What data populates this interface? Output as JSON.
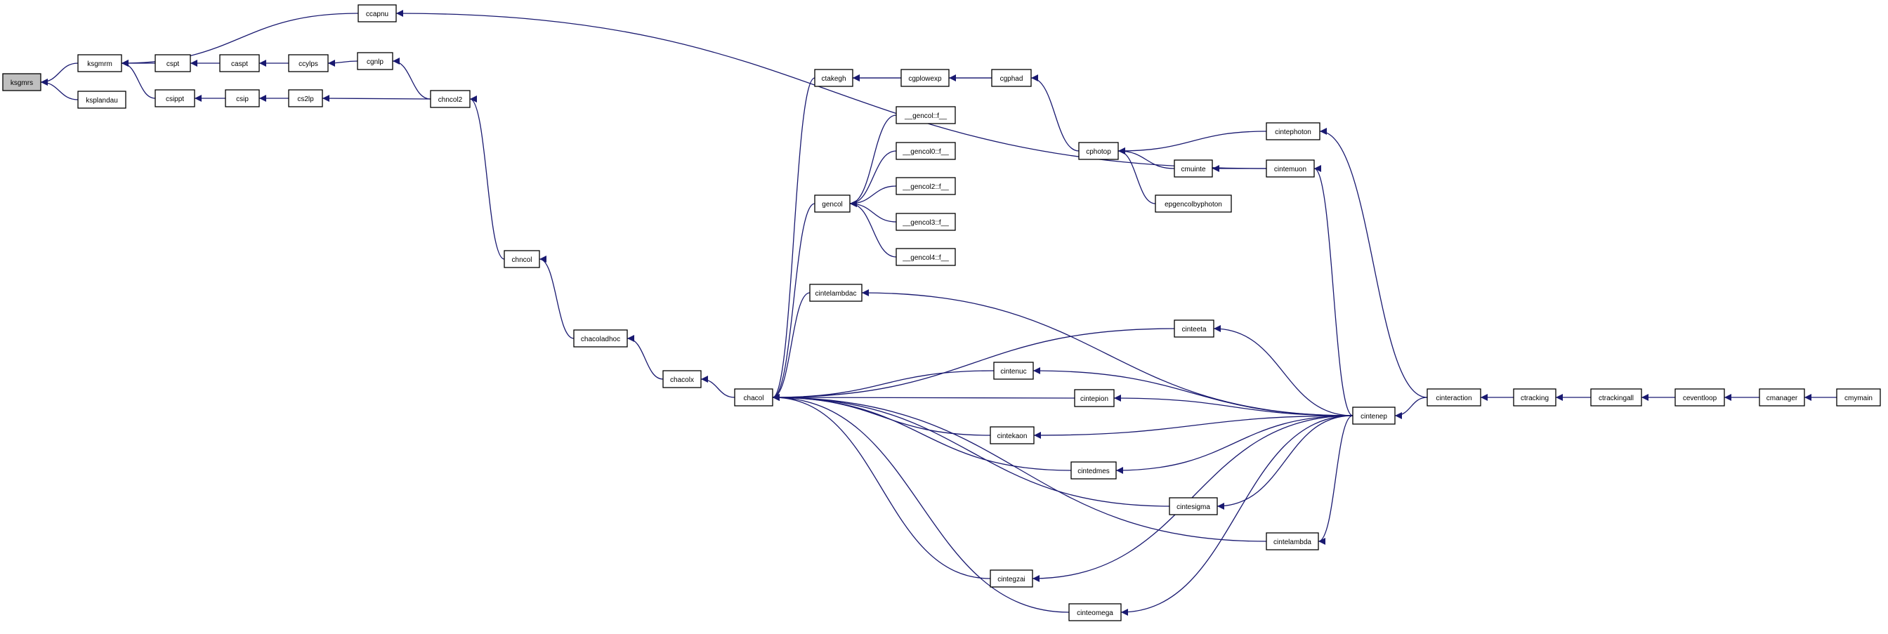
{
  "diagram": {
    "nodes": [
      {
        "id": "ksgmrs",
        "label": "ksgmrs",
        "root": true
      },
      {
        "id": "ksgmrm",
        "label": "ksgmrm"
      },
      {
        "id": "ksplandau",
        "label": "ksplandau"
      },
      {
        "id": "ccapnu",
        "label": "ccapnu"
      },
      {
        "id": "cspt",
        "label": "cspt"
      },
      {
        "id": "caspt",
        "label": "caspt"
      },
      {
        "id": "ccylps",
        "label": "ccylps"
      },
      {
        "id": "cgnlp",
        "label": "cgnlp"
      },
      {
        "id": "csippt",
        "label": "csippt"
      },
      {
        "id": "csip",
        "label": "csip"
      },
      {
        "id": "cs2lp",
        "label": "cs2lp"
      },
      {
        "id": "chncol2",
        "label": "chncol2"
      },
      {
        "id": "chncol",
        "label": "chncol"
      },
      {
        "id": "chacoladhoc",
        "label": "chacoladhoc"
      },
      {
        "id": "chacolx",
        "label": "chacolx"
      },
      {
        "id": "chacol",
        "label": "chacol"
      },
      {
        "id": "ctakegh",
        "label": "ctakegh"
      },
      {
        "id": "cgplowexp",
        "label": "cgplowexp"
      },
      {
        "id": "cgphad",
        "label": "cgphad"
      },
      {
        "id": "gencol",
        "label": "gencol"
      },
      {
        "id": "gencol_f",
        "label": "__gencol::f__"
      },
      {
        "id": "gencol0_f",
        "label": "__gencol0::f__"
      },
      {
        "id": "gencol2_f",
        "label": "__gencol2::f__"
      },
      {
        "id": "gencol3_f",
        "label": "__gencol3::f__"
      },
      {
        "id": "gencol4_f",
        "label": "__gencol4::f__"
      },
      {
        "id": "cphotop",
        "label": "cphotop"
      },
      {
        "id": "cmuinte",
        "label": "cmuinte"
      },
      {
        "id": "epgencolbyphoton",
        "label": "epgencolbyphoton"
      },
      {
        "id": "cintephoton",
        "label": "cintephoton"
      },
      {
        "id": "cintemuon",
        "label": "cintemuon"
      },
      {
        "id": "cintelambdac",
        "label": "cintelambdac"
      },
      {
        "id": "cinteeta",
        "label": "cinteeta"
      },
      {
        "id": "cintenuc",
        "label": "cintenuc"
      },
      {
        "id": "cintepion",
        "label": "cintepion"
      },
      {
        "id": "cintekaon",
        "label": "cintekaon"
      },
      {
        "id": "cintedmes",
        "label": "cintedmes"
      },
      {
        "id": "cintesigma",
        "label": "cintesigma"
      },
      {
        "id": "cintelambda",
        "label": "cintelambda"
      },
      {
        "id": "cintegzai",
        "label": "cintegzai"
      },
      {
        "id": "cinteomega",
        "label": "cinteomega"
      },
      {
        "id": "cintenep",
        "label": "cintenep"
      },
      {
        "id": "cinteraction",
        "label": "cinteraction"
      },
      {
        "id": "ctracking",
        "label": "ctracking"
      },
      {
        "id": "ctrackingall",
        "label": "ctrackingall"
      },
      {
        "id": "ceventloop",
        "label": "ceventloop"
      },
      {
        "id": "cmanager",
        "label": "cmanager"
      },
      {
        "id": "cmymain",
        "label": "cmymain"
      }
    ],
    "edges": [
      {
        "from": "ksgmrm",
        "to": "ksgmrs"
      },
      {
        "from": "ksplandau",
        "to": "ksgmrs"
      },
      {
        "from": "ccapnu",
        "to": "ksgmrm"
      },
      {
        "from": "cspt",
        "to": "ksgmrm"
      },
      {
        "from": "csippt",
        "to": "ksgmrm"
      },
      {
        "from": "caspt",
        "to": "cspt"
      },
      {
        "from": "ccylps",
        "to": "caspt"
      },
      {
        "from": "cgnlp",
        "to": "ccylps"
      },
      {
        "from": "chncol2",
        "to": "cgnlp"
      },
      {
        "from": "csip",
        "to": "csippt"
      },
      {
        "from": "cs2lp",
        "to": "csip"
      },
      {
        "from": "chncol2",
        "to": "cs2lp"
      },
      {
        "from": "cintemuon",
        "to": "ccapnu"
      },
      {
        "from": "chncol",
        "to": "chncol2"
      },
      {
        "from": "chacoladhoc",
        "to": "chncol"
      },
      {
        "from": "chacolx",
        "to": "chacoladhoc"
      },
      {
        "from": "chacol",
        "to": "chacolx"
      },
      {
        "from": "ctakegh",
        "to": "chacol"
      },
      {
        "from": "gencol",
        "to": "chacol"
      },
      {
        "from": "cintelambdac",
        "to": "chacol"
      },
      {
        "from": "cinteeta",
        "to": "chacol"
      },
      {
        "from": "cintenuc",
        "to": "chacol"
      },
      {
        "from": "cintepion",
        "to": "chacol"
      },
      {
        "from": "cintekaon",
        "to": "chacol"
      },
      {
        "from": "cintedmes",
        "to": "chacol"
      },
      {
        "from": "cintesigma",
        "to": "chacol"
      },
      {
        "from": "cintelambda",
        "to": "chacol"
      },
      {
        "from": "cintegzai",
        "to": "chacol"
      },
      {
        "from": "cinteomega",
        "to": "chacol"
      },
      {
        "from": "cgplowexp",
        "to": "ctakegh"
      },
      {
        "from": "cgphad",
        "to": "ctakegh"
      },
      {
        "from": "cgphad",
        "to": "cgplowexp"
      },
      {
        "from": "cphotop",
        "to": "cgphad"
      },
      {
        "from": "gencol_f",
        "to": "gencol"
      },
      {
        "from": "gencol0_f",
        "to": "gencol"
      },
      {
        "from": "gencol2_f",
        "to": "gencol"
      },
      {
        "from": "gencol3_f",
        "to": "gencol"
      },
      {
        "from": "gencol4_f",
        "to": "gencol"
      },
      {
        "from": "cintephoton",
        "to": "cphotop"
      },
      {
        "from": "cmuinte",
        "to": "cphotop"
      },
      {
        "from": "epgencolbyphoton",
        "to": "cphotop"
      },
      {
        "from": "cintemuon",
        "to": "cmuinte"
      },
      {
        "from": "cinteraction",
        "to": "cintephoton"
      },
      {
        "from": "cintenep",
        "to": "cintemuon"
      },
      {
        "from": "cintenep",
        "to": "cintelambdac"
      },
      {
        "from": "cintenep",
        "to": "cinteeta"
      },
      {
        "from": "cintenep",
        "to": "cintenuc"
      },
      {
        "from": "cintenep",
        "to": "cintepion"
      },
      {
        "from": "cintenep",
        "to": "cintekaon"
      },
      {
        "from": "cintenep",
        "to": "cintedmes"
      },
      {
        "from": "cintenep",
        "to": "cintesigma"
      },
      {
        "from": "cintenep",
        "to": "cintelambda"
      },
      {
        "from": "cintenep",
        "to": "cintegzai"
      },
      {
        "from": "cintenep",
        "to": "cinteomega"
      },
      {
        "from": "cinteraction",
        "to": "cintenep"
      },
      {
        "from": "ctracking",
        "to": "cinteraction"
      },
      {
        "from": "ctrackingall",
        "to": "ctracking"
      },
      {
        "from": "ceventloop",
        "to": "ctrackingall"
      },
      {
        "from": "cmanager",
        "to": "ceventloop"
      },
      {
        "from": "cmymain",
        "to": "cmanager"
      }
    ]
  }
}
